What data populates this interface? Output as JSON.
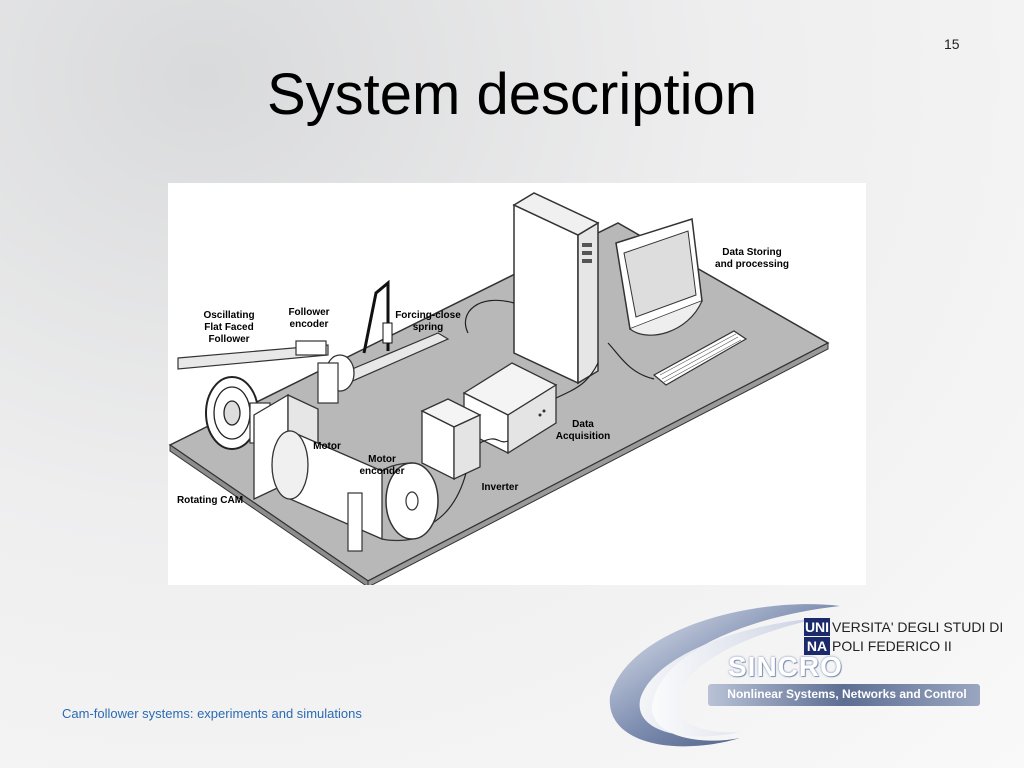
{
  "slide": {
    "number": "15",
    "title": "System description",
    "footer": "Cam-follower systems: experiments and simulations"
  },
  "figure": {
    "labels": {
      "oscillating_follower": "Oscillating\nFlat Faced\nFollower",
      "follower_encoder": "Follower\nencoder",
      "forcing_close_spring": "Forcing-close\nspring",
      "data_storing": "Data Storing\nand processing",
      "data_acquisition": "Data\nAcquisition",
      "motor": "Motor",
      "motor_encoder": "Motor\nenconder",
      "inverter": "Inverter",
      "rotating_cam": "Rotating CAM"
    }
  },
  "logo": {
    "uni_top": "UNI",
    "uni_bottom": "NA",
    "university_line1": "VERSITA' DEGLI STUDI DI",
    "university_line2": "POLI FEDERICO II",
    "group_name": "SINCRO",
    "group_subtitle": "Nonlinear Systems, Networks and Control"
  },
  "colors": {
    "footer": "#2a6bb3",
    "logo_blue": "#1b2a6b",
    "table_gray": "#b8b8b8"
  }
}
